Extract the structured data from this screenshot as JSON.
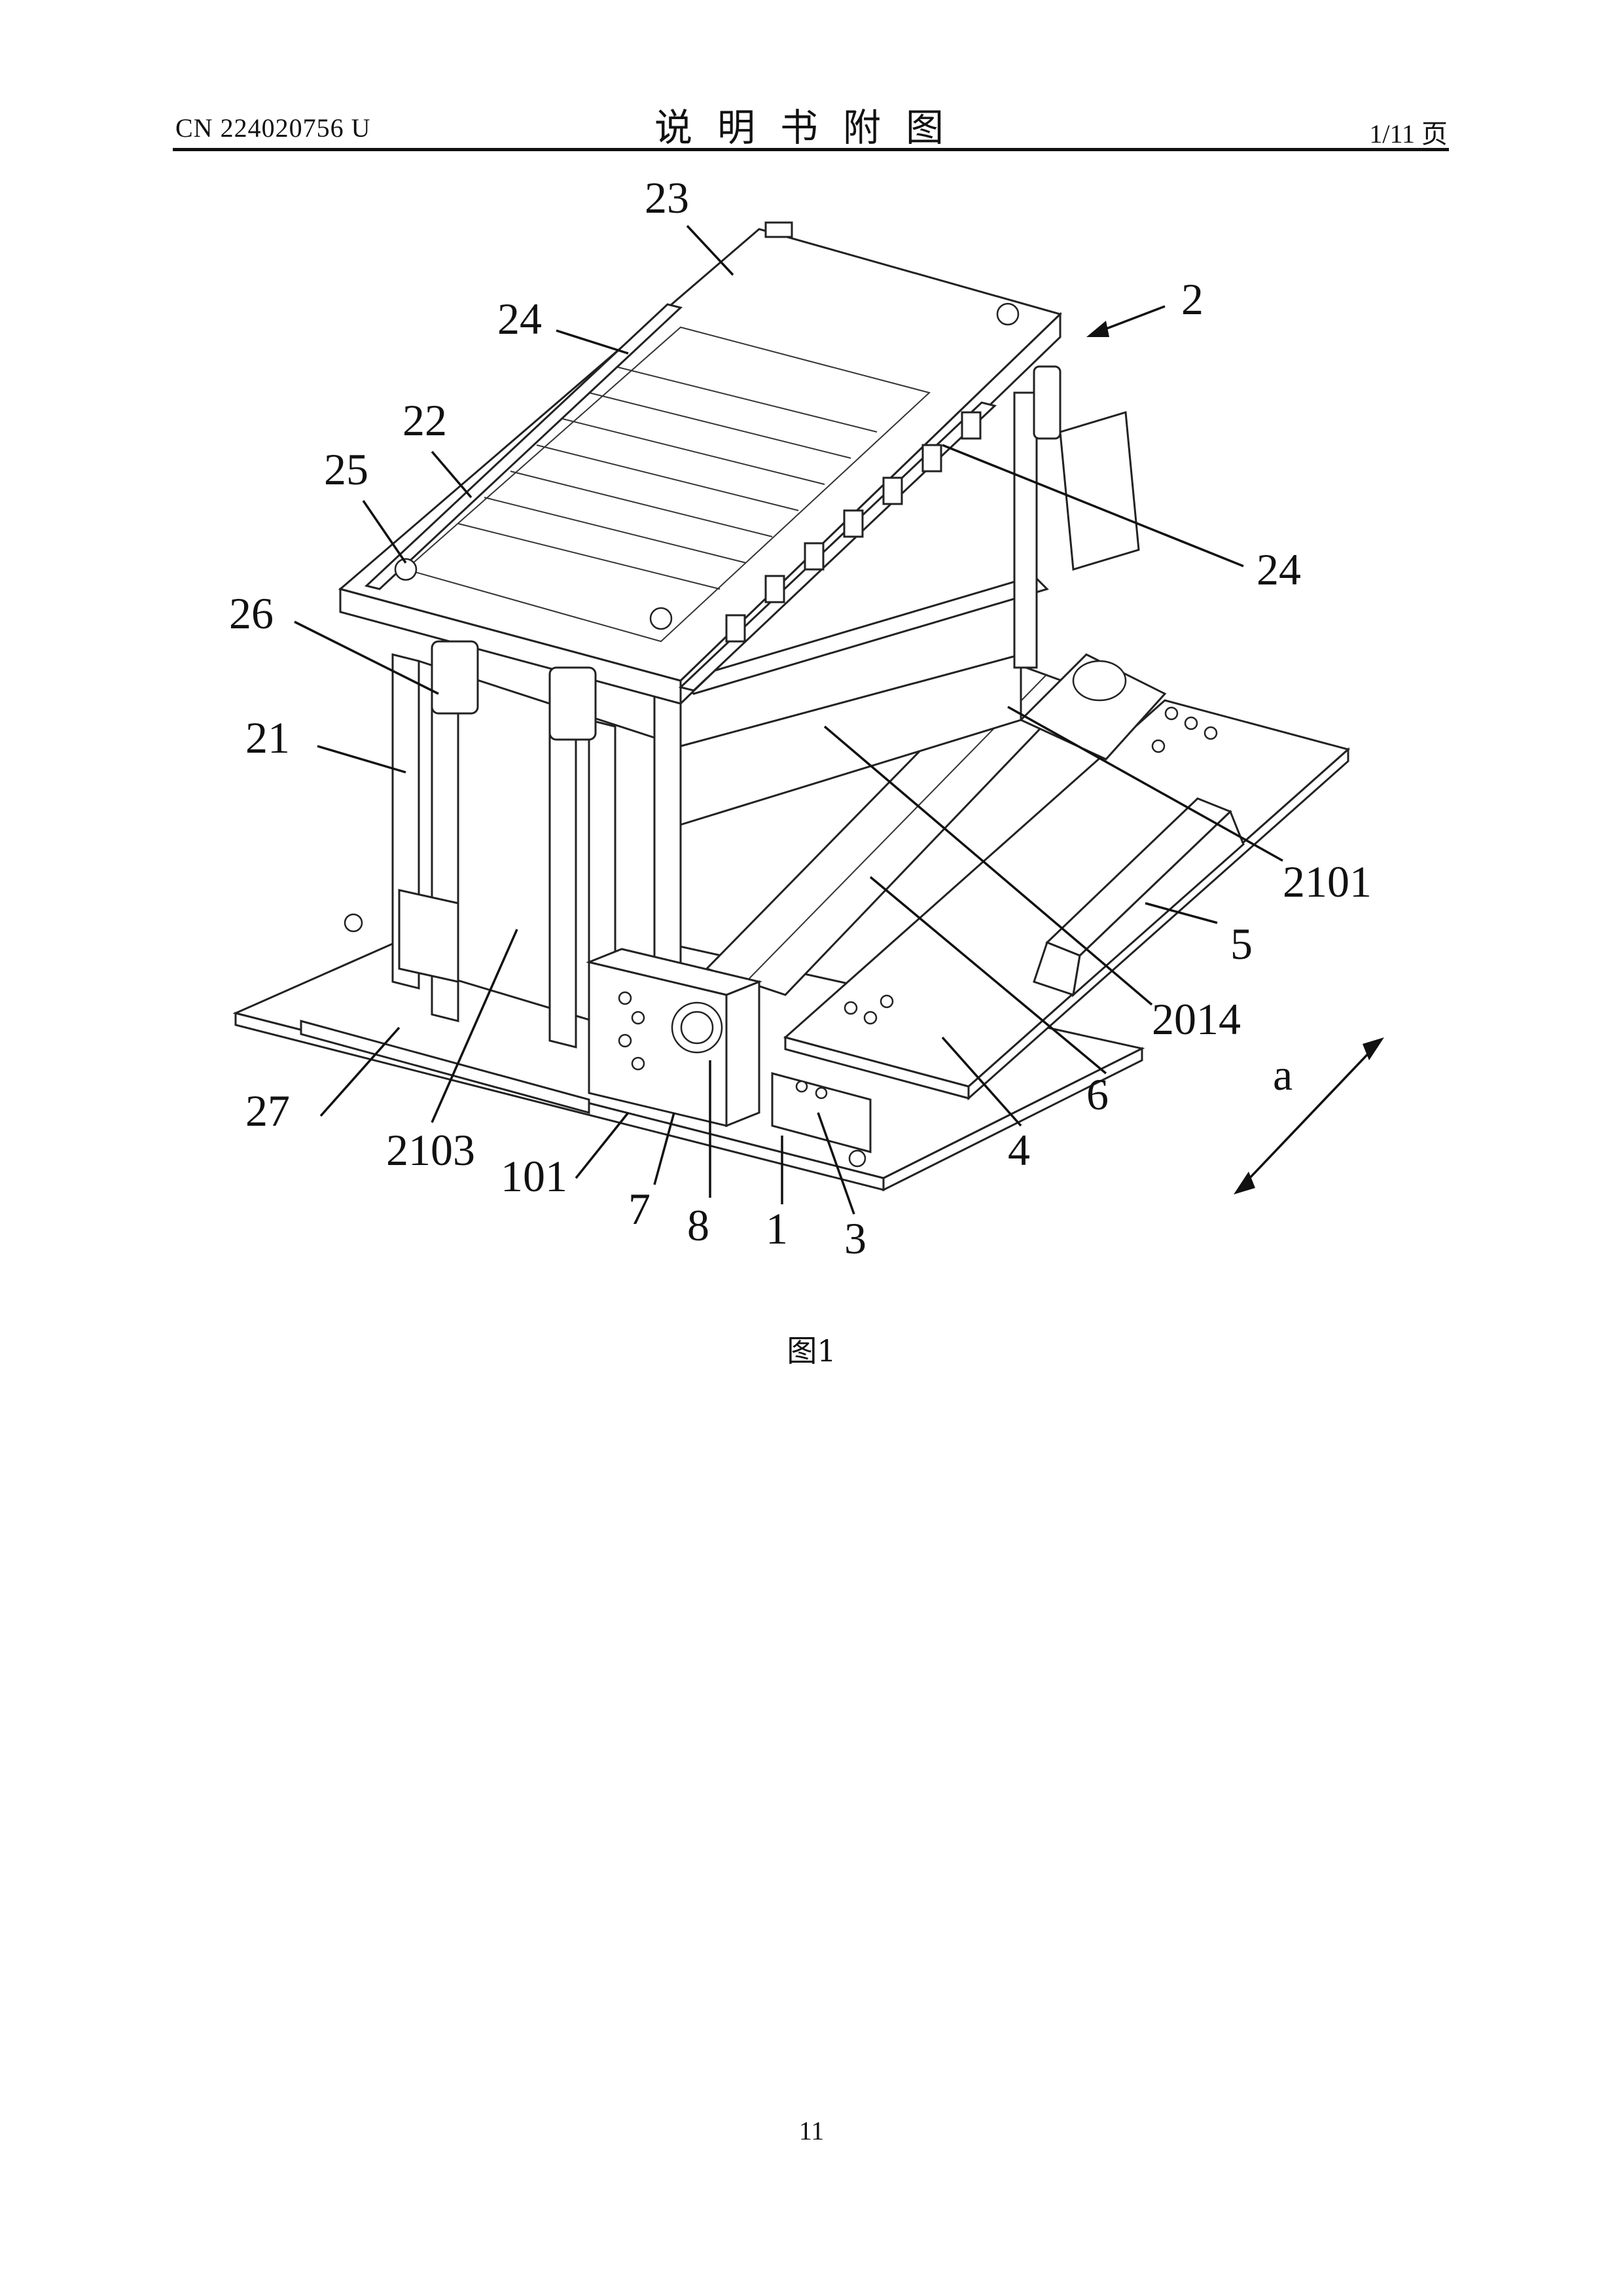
{
  "header": {
    "publication_number": "CN 224020756 U",
    "title": "说明书附图",
    "page_of": "1/11 页"
  },
  "figure": {
    "caption": "图1",
    "callouts": [
      "23",
      "24",
      "2",
      "22",
      "25",
      "24",
      "26",
      "21",
      "2101",
      "5",
      "2014",
      "6",
      "4",
      "a",
      "27",
      "2103",
      "101",
      "7",
      "8",
      "1",
      "3"
    ]
  },
  "footer": {
    "page_number": "11"
  }
}
